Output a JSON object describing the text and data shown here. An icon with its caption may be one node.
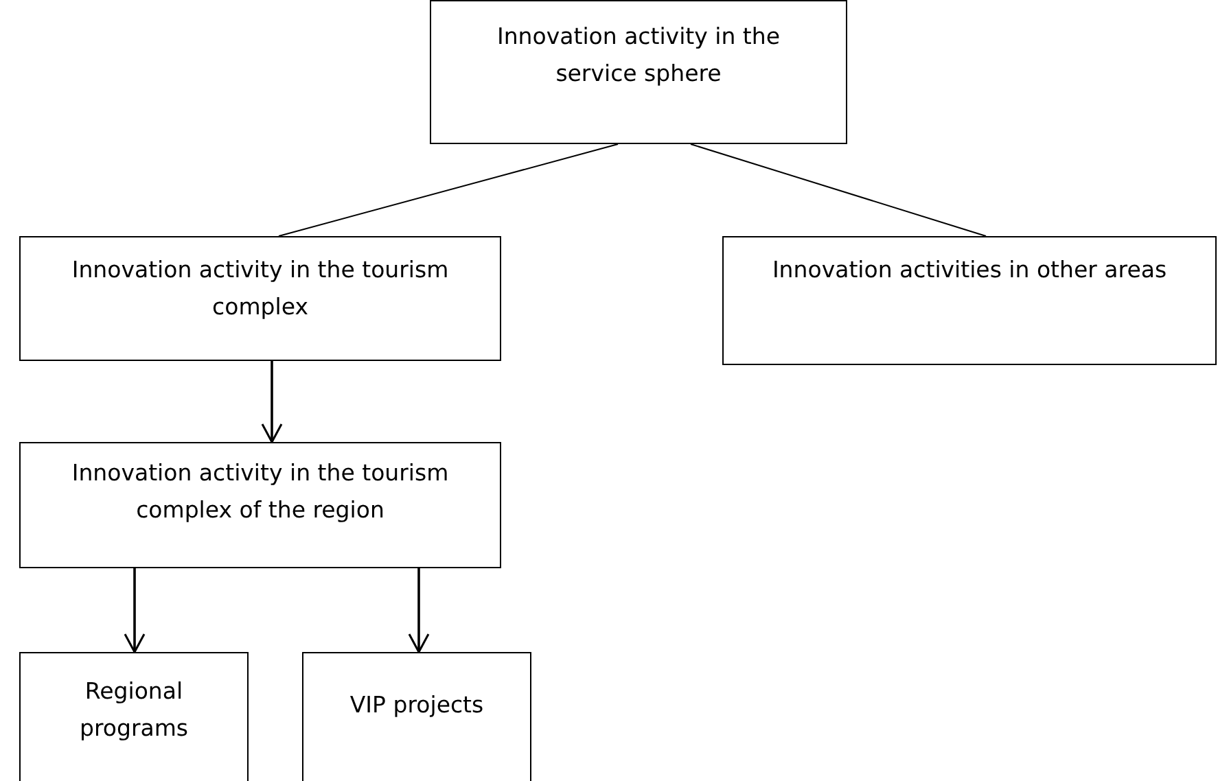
{
  "diagram": {
    "nodes": [
      {
        "text": [
          "Innovation activity in the service sphere"
        ]
      },
      {
        "text": [
          "Innovation activity in the tourism complex"
        ]
      },
      {
        "text": [
          "Innovation activities in other areas"
        ]
      },
      {
        "text": [
          "Innovation activity in the tourism complex of the region"
        ]
      },
      {
        "text": [
          "Regional programs"
        ]
      },
      {
        "text": [
          "VIP projects"
        ]
      }
    ],
    "edges": [
      {
        "from": 0,
        "to": 1,
        "arrow": "none"
      },
      {
        "from": 0,
        "to": 2,
        "arrow": "none"
      },
      {
        "from": 1,
        "to": 3,
        "arrow": "to"
      },
      {
        "from": 3,
        "to": 4,
        "arrow": "to"
      },
      {
        "from": 3,
        "to": 5,
        "arrow": "to"
      }
    ]
  }
}
